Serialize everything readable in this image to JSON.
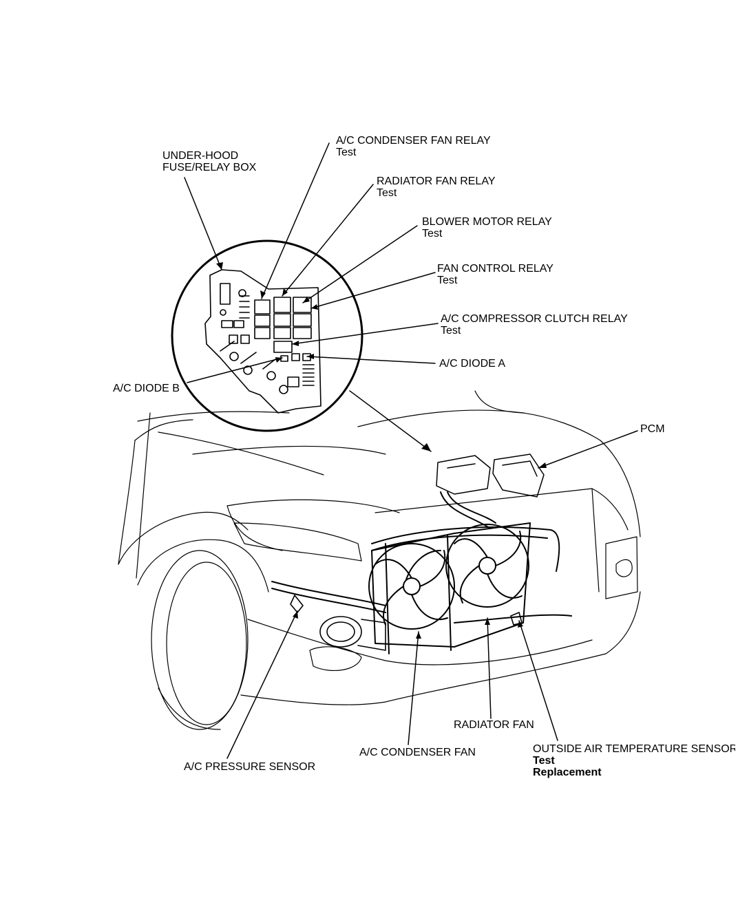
{
  "labels": {
    "fuse_box": {
      "line1": "UNDER-HOOD",
      "line2": "FUSE/RELAY BOX"
    },
    "condenser_fan_relay": {
      "name": "A/C CONDENSER FAN RELAY",
      "link": "Test"
    },
    "radiator_fan_relay": {
      "name": "RADIATOR FAN RELAY",
      "link": "Test"
    },
    "blower_motor_relay": {
      "name": "BLOWER MOTOR RELAY",
      "link": "Test"
    },
    "fan_control_relay": {
      "name": "FAN CONTROL RELAY",
      "link": "Test"
    },
    "compressor_clutch_relay": {
      "name": "A/C COMPRESSOR CLUTCH RELAY",
      "link": "Test"
    },
    "diode_a": {
      "name": "A/C DIODE A"
    },
    "diode_b": {
      "name": "A/C DIODE B"
    },
    "pcm": {
      "name": "PCM"
    },
    "radiator_fan": {
      "name": "RADIATOR FAN"
    },
    "condenser_fan": {
      "name": "A/C CONDENSER FAN"
    },
    "pressure_sensor": {
      "name": "A/C PRESSURE SENSOR"
    },
    "outside_air_temp_sensor": {
      "name": "OUTSIDE AIR TEMPERATURE SENSOR",
      "link1": "Test",
      "link2": "Replacement"
    }
  }
}
